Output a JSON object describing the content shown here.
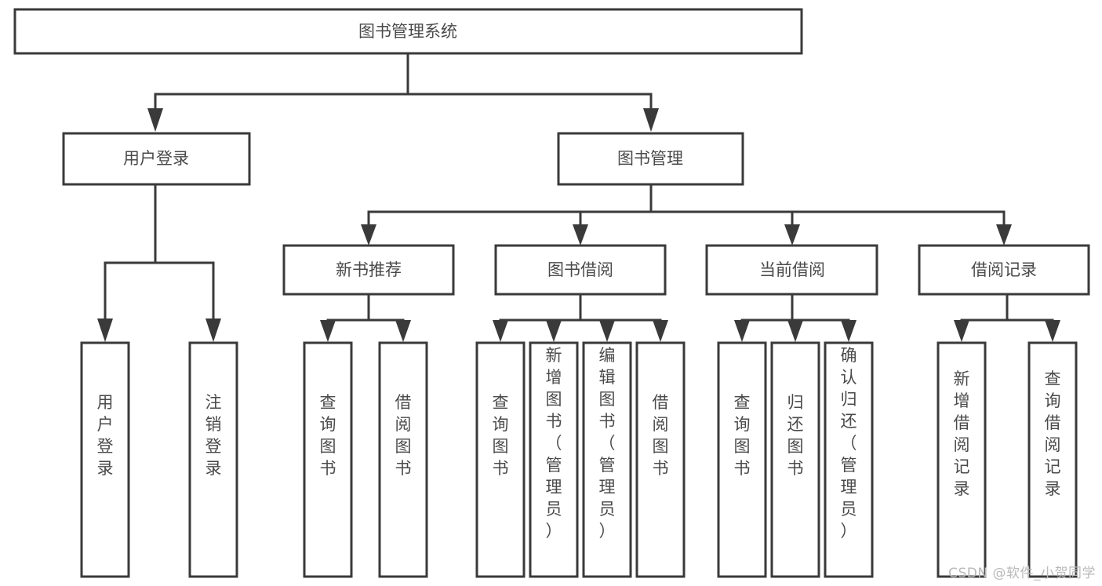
{
  "diagram": {
    "title": "图书管理系统",
    "type": "tree",
    "watermark": "CSDN @软件_小贺同学",
    "colors": {
      "stroke": "#3a3a3a",
      "text": "#4a4a4a",
      "background": "#ffffff",
      "watermark": "#b9b9b9"
    },
    "nodes": {
      "root": {
        "label": "图书管理系统",
        "orientation": "horizontal"
      },
      "level1": [
        {
          "label": "用户登录",
          "orientation": "horizontal"
        },
        {
          "label": "图书管理",
          "orientation": "horizontal"
        }
      ],
      "level2": [
        {
          "label": "新书推荐",
          "orientation": "horizontal"
        },
        {
          "label": "图书借阅",
          "orientation": "horizontal"
        },
        {
          "label": "当前借阅",
          "orientation": "horizontal"
        },
        {
          "label": "借阅记录",
          "orientation": "horizontal"
        }
      ],
      "leaves_user_login": [
        {
          "label": "用户登录",
          "orientation": "vertical"
        },
        {
          "label": "注销登录",
          "orientation": "vertical"
        }
      ],
      "leaves_new_books": [
        {
          "label": "查询图书",
          "orientation": "vertical"
        },
        {
          "label": "借阅图书",
          "orientation": "vertical"
        }
      ],
      "leaves_borrow": [
        {
          "label": "查询图书",
          "orientation": "vertical"
        },
        {
          "label": "新增图书（管理员）",
          "orientation": "vertical"
        },
        {
          "label": "编辑图书（管理员）",
          "orientation": "vertical"
        },
        {
          "label": "借阅图书",
          "orientation": "vertical"
        }
      ],
      "leaves_current": [
        {
          "label": "查询图书",
          "orientation": "vertical"
        },
        {
          "label": "归还图书",
          "orientation": "vertical"
        },
        {
          "label": "确认归还（管理员）",
          "orientation": "vertical"
        }
      ],
      "leaves_records": [
        {
          "label": "新增借阅记录",
          "orientation": "vertical"
        },
        {
          "label": "查询借阅记录",
          "orientation": "vertical"
        }
      ]
    }
  }
}
